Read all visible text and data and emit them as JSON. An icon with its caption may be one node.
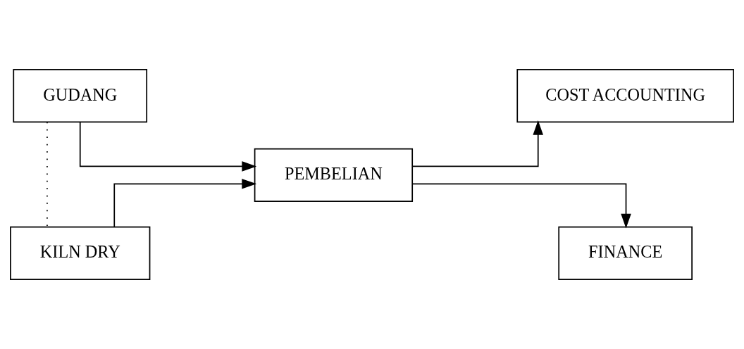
{
  "diagram": {
    "nodes": [
      {
        "text": [
          "GUDANG"
        ]
      },
      {
        "text": [
          "PEMBELIAN"
        ]
      },
      {
        "text": [
          "COST ACCOUNTING"
        ]
      },
      {
        "text": [
          "KILN DRY"
        ]
      },
      {
        "text": [
          "FINANCE"
        ]
      }
    ],
    "edges": [
      {
        "from": 0,
        "to": 1,
        "arrow": "to"
      },
      {
        "from": 1,
        "to": 2,
        "arrow": "to"
      },
      {
        "from": 0,
        "to": 3,
        "arrow": "none",
        "style": "dashed"
      },
      {
        "from": 3,
        "to": 1,
        "arrow": "to"
      },
      {
        "from": 1,
        "to": 4,
        "arrow": "to"
      }
    ]
  }
}
